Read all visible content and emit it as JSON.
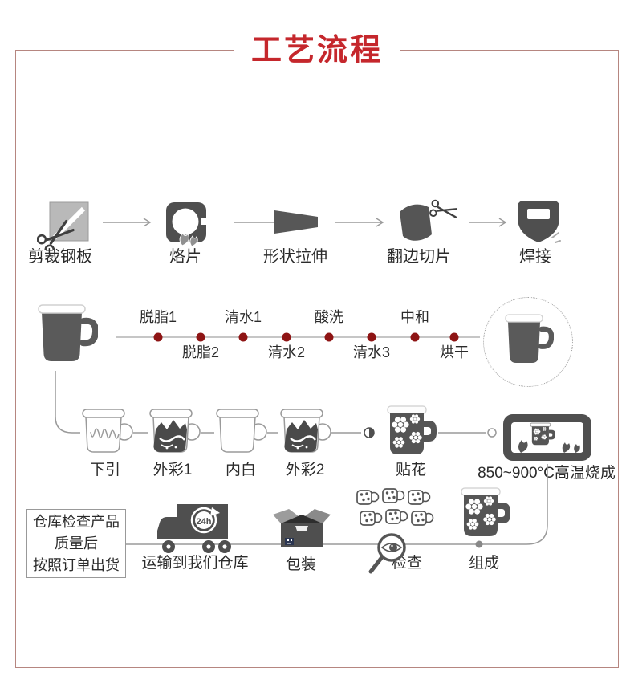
{
  "title": "工艺流程",
  "colors": {
    "accent_red": "#c5272c",
    "frame_border": "#b68680",
    "timeline_dot_red": "#8e1414",
    "icon_gray": "#4f4f4f",
    "line_gray": "#9a9a9a"
  },
  "forming_steps": [
    {
      "label": "剪裁钢板",
      "icon": "scissors-steel-plate-icon"
    },
    {
      "label": "烙片",
      "icon": "heated-disc-icon"
    },
    {
      "label": "形状拉伸",
      "icon": "stretched-shape-icon"
    },
    {
      "label": "翻边切片",
      "icon": "flange-cut-icon"
    },
    {
      "label": "焊接",
      "icon": "welding-mask-icon"
    }
  ],
  "washing_line": {
    "above": [
      "脱脂1",
      "清水1",
      "酸洗",
      "中和"
    ],
    "below": [
      "脱脂2",
      "清水2",
      "清水3",
      "烘干"
    ]
  },
  "decorating": {
    "labels": [
      "下引",
      "外彩1",
      "内白",
      "外彩2",
      "贴花"
    ],
    "firing_label": "850~900°C高温烧成"
  },
  "logistics": {
    "note": [
      "仓库检查产品",
      "质量后",
      "按照订单出货"
    ],
    "transport": "运输到我们仓库",
    "truck_badge": "24h",
    "packaging": "包装",
    "inspection": "检查",
    "assembly": "组成"
  }
}
